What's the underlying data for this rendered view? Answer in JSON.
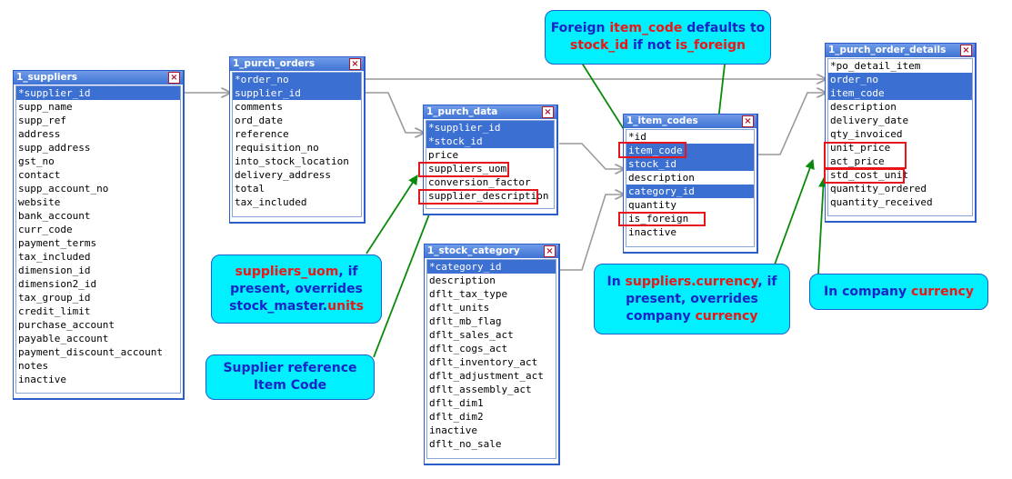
{
  "colors": {
    "header_blue": "#3f73d4",
    "key_row_blue": "#3b6fd2",
    "highlight_red": "#e8141b",
    "note_fill": "#00f0ff",
    "note_text": "#1824c8",
    "arrow_green": "#0a8a0a",
    "link_gray": "#9a9a9a"
  },
  "icons": {
    "close": "close-icon"
  },
  "tables": {
    "suppliers": {
      "title": "1_suppliers",
      "close": "×",
      "fields": [
        {
          "name": "*supplier_id",
          "key": true
        },
        {
          "name": "supp_name"
        },
        {
          "name": "supp_ref"
        },
        {
          "name": "address"
        },
        {
          "name": "supp_address"
        },
        {
          "name": "gst_no"
        },
        {
          "name": "contact"
        },
        {
          "name": "supp_account_no"
        },
        {
          "name": "website"
        },
        {
          "name": "bank_account"
        },
        {
          "name": "curr_code"
        },
        {
          "name": "payment_terms"
        },
        {
          "name": "tax_included"
        },
        {
          "name": "dimension_id"
        },
        {
          "name": "dimension2_id"
        },
        {
          "name": "tax_group_id"
        },
        {
          "name": "credit_limit"
        },
        {
          "name": "purchase_account"
        },
        {
          "name": "payable_account"
        },
        {
          "name": "payment_discount_account"
        },
        {
          "name": "notes"
        },
        {
          "name": "inactive"
        }
      ]
    },
    "purch_orders": {
      "title": "1_purch_orders",
      "close": "×",
      "fields": [
        {
          "name": "*order_no",
          "key": true
        },
        {
          "name": "supplier_id",
          "key": true
        },
        {
          "name": "comments"
        },
        {
          "name": "ord_date"
        },
        {
          "name": "reference"
        },
        {
          "name": "requisition_no"
        },
        {
          "name": "into_stock_location"
        },
        {
          "name": "delivery_address"
        },
        {
          "name": "total"
        },
        {
          "name": "tax_included"
        }
      ]
    },
    "purch_data": {
      "title": "1_purch_data",
      "close": "×",
      "fields": [
        {
          "name": "*supplier_id",
          "key": true
        },
        {
          "name": "*stock_id",
          "key": true
        },
        {
          "name": "price"
        },
        {
          "name": "suppliers_uom"
        },
        {
          "name": "conversion_factor"
        },
        {
          "name": "supplier_description"
        }
      ]
    },
    "stock_category": {
      "title": "1_stock_category",
      "close": "×",
      "fields": [
        {
          "name": "*category_id",
          "key": true
        },
        {
          "name": "description"
        },
        {
          "name": "dflt_tax_type"
        },
        {
          "name": "dflt_units"
        },
        {
          "name": "dflt_mb_flag"
        },
        {
          "name": "dflt_sales_act"
        },
        {
          "name": "dflt_cogs_act"
        },
        {
          "name": "dflt_inventory_act"
        },
        {
          "name": "dflt_adjustment_act"
        },
        {
          "name": "dflt_assembly_act"
        },
        {
          "name": "dflt_dim1"
        },
        {
          "name": "dflt_dim2"
        },
        {
          "name": "inactive"
        },
        {
          "name": "dflt_no_sale"
        }
      ]
    },
    "item_codes": {
      "title": "1_item_codes",
      "close": "×",
      "fields": [
        {
          "name": "*id"
        },
        {
          "name": "item_code",
          "key": true
        },
        {
          "name": "stock_id",
          "key": true
        },
        {
          "name": "description"
        },
        {
          "name": "category_id",
          "key": true
        },
        {
          "name": "quantity"
        },
        {
          "name": "is_foreign"
        },
        {
          "name": "inactive"
        }
      ]
    },
    "purch_order_details": {
      "title": "1_purch_order_details",
      "close": "×",
      "fields": [
        {
          "name": "*po_detail_item"
        },
        {
          "name": "order_no",
          "key": true
        },
        {
          "name": "item_code",
          "key": true
        },
        {
          "name": "description"
        },
        {
          "name": "delivery_date"
        },
        {
          "name": "qty_invoiced"
        },
        {
          "name": "unit_price"
        },
        {
          "name": "act_price"
        },
        {
          "name": "std_cost_unit"
        },
        {
          "name": "quantity_ordered"
        },
        {
          "name": "quantity_received"
        }
      ]
    }
  },
  "notes": {
    "foreign_code": {
      "line1": {
        "a": "Foreign ",
        "b": "item_code",
        "c": " defaults to"
      },
      "line2": {
        "a": "stock_id",
        "b": " if not ",
        "c": "is_foreign"
      }
    },
    "suppliers_uom": {
      "line1": {
        "a": "suppliers_uom",
        "b": ", if"
      },
      "line2": "present, overrides",
      "line3": {
        "a": "stock_master.",
        "b": "units"
      }
    },
    "supplier_ref": {
      "line1": "Supplier reference",
      "line2": "Item Code"
    },
    "suppliers_currency": {
      "line1": {
        "a": "In ",
        "b": "suppliers.currency",
        "c": ", if"
      },
      "line2": "present, overrides",
      "line3": {
        "a": "company ",
        "b": "currency"
      }
    },
    "company_currency": {
      "line1": {
        "a": "In company ",
        "b": "currency"
      }
    }
  }
}
